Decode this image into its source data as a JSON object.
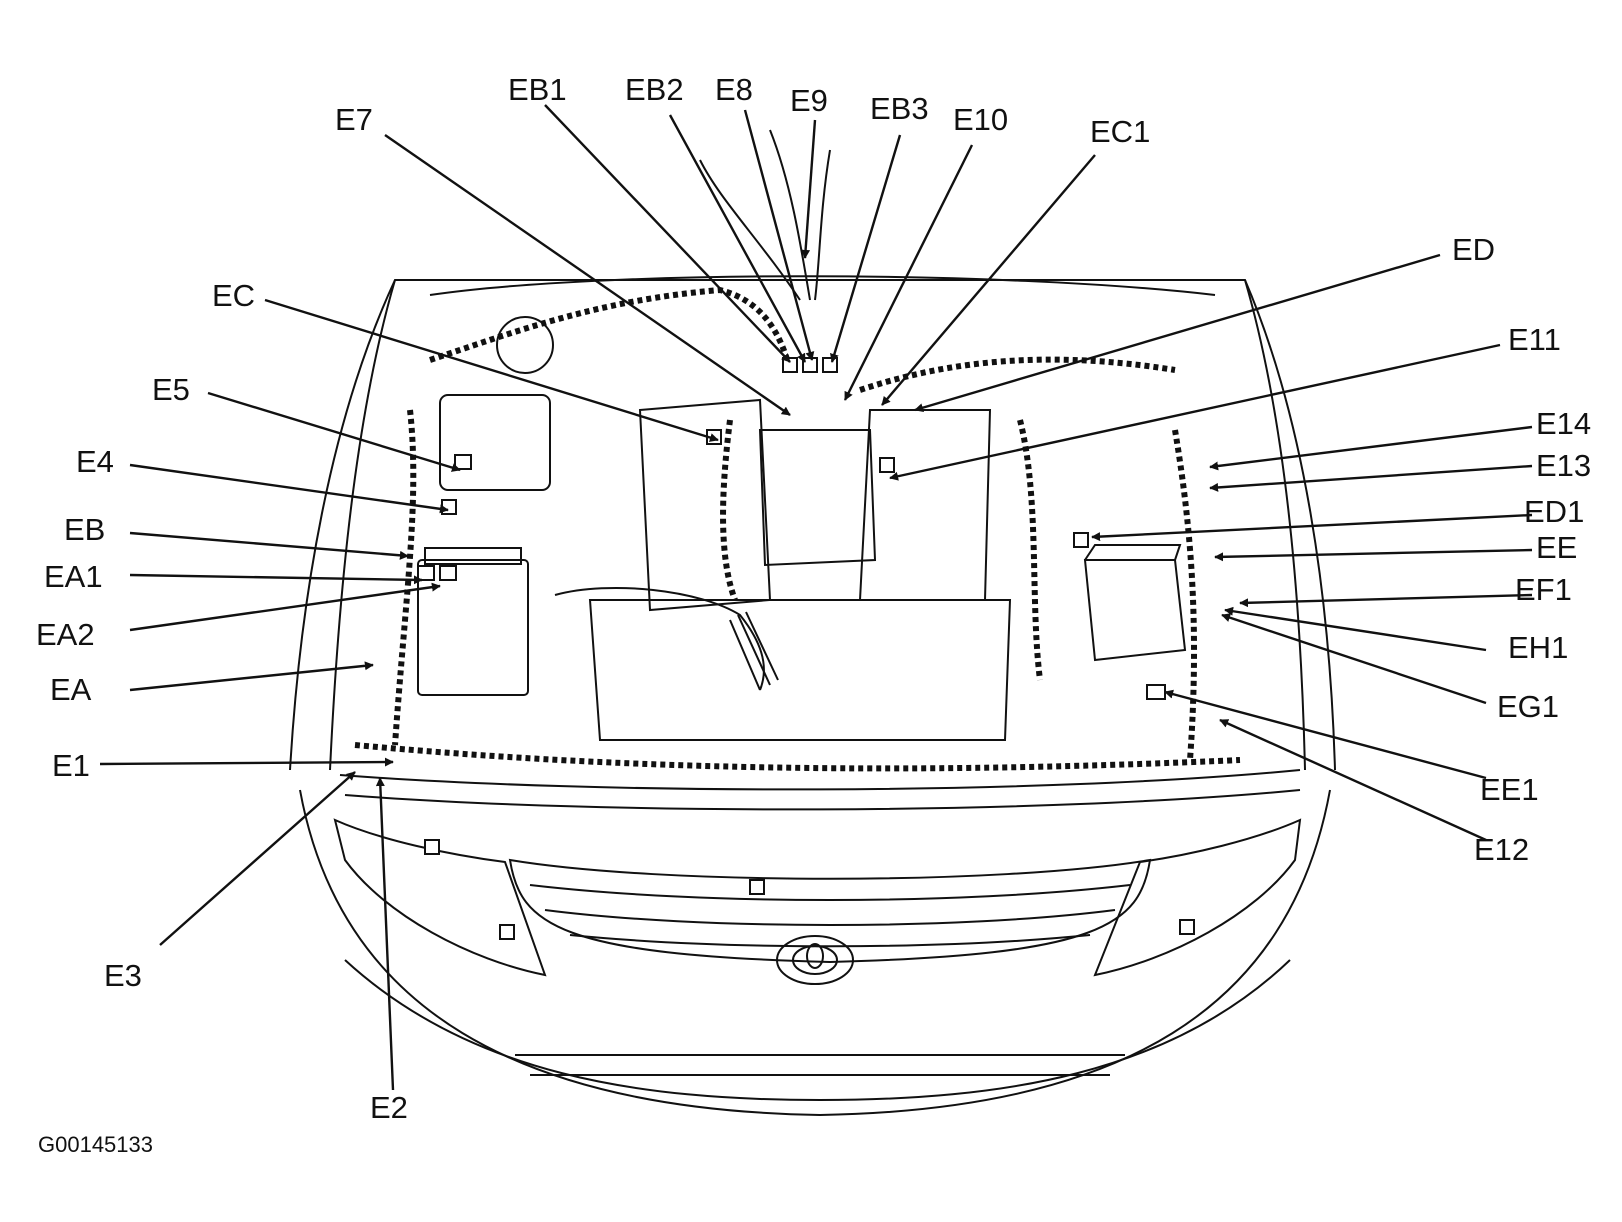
{
  "figure_id": "G00145133",
  "labels": [
    "E7",
    "EB1",
    "EB2",
    "E8",
    "E9",
    "EB3",
    "E10",
    "EC1",
    "ED",
    "EC",
    "E11",
    "E5",
    "E14",
    "E4",
    "E13",
    "EB",
    "ED1",
    "EA1",
    "EE",
    "EA2",
    "EF1",
    "EA",
    "EH1",
    "EG1",
    "E1",
    "EE1",
    "E12",
    "E3",
    "E2"
  ],
  "colors": {
    "ink": "#111111",
    "background": "#ffffff"
  },
  "logo": "toyota-emblem"
}
